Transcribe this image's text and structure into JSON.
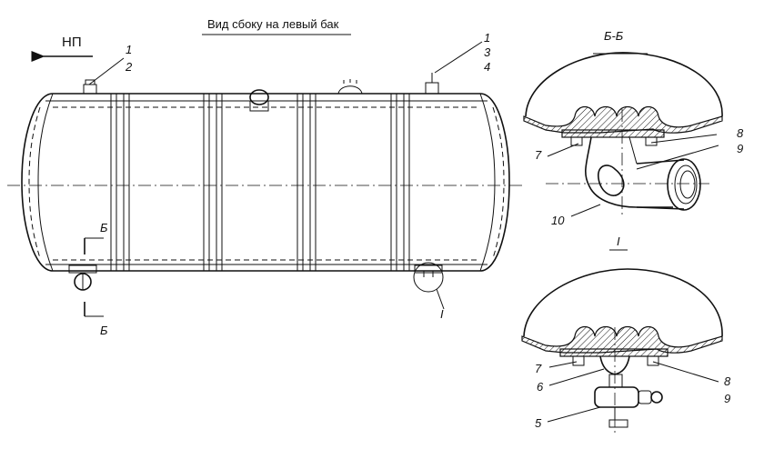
{
  "title": "Вид сбоку на левый бак",
  "direction_label": "НП",
  "section_title": "Б-Б",
  "detail_title": "I",
  "section_marks": {
    "top": "Б",
    "bottom": "Б"
  },
  "detail_marker": "I",
  "callouts": {
    "c1a": "1",
    "c2": "2",
    "c1b": "1",
    "c3": "3",
    "c4": "4",
    "s7": "7",
    "s8": "8",
    "s9": "9",
    "s10": "10",
    "d7": "7",
    "d6": "6",
    "d5": "5",
    "d8": "8",
    "d9": "9"
  }
}
